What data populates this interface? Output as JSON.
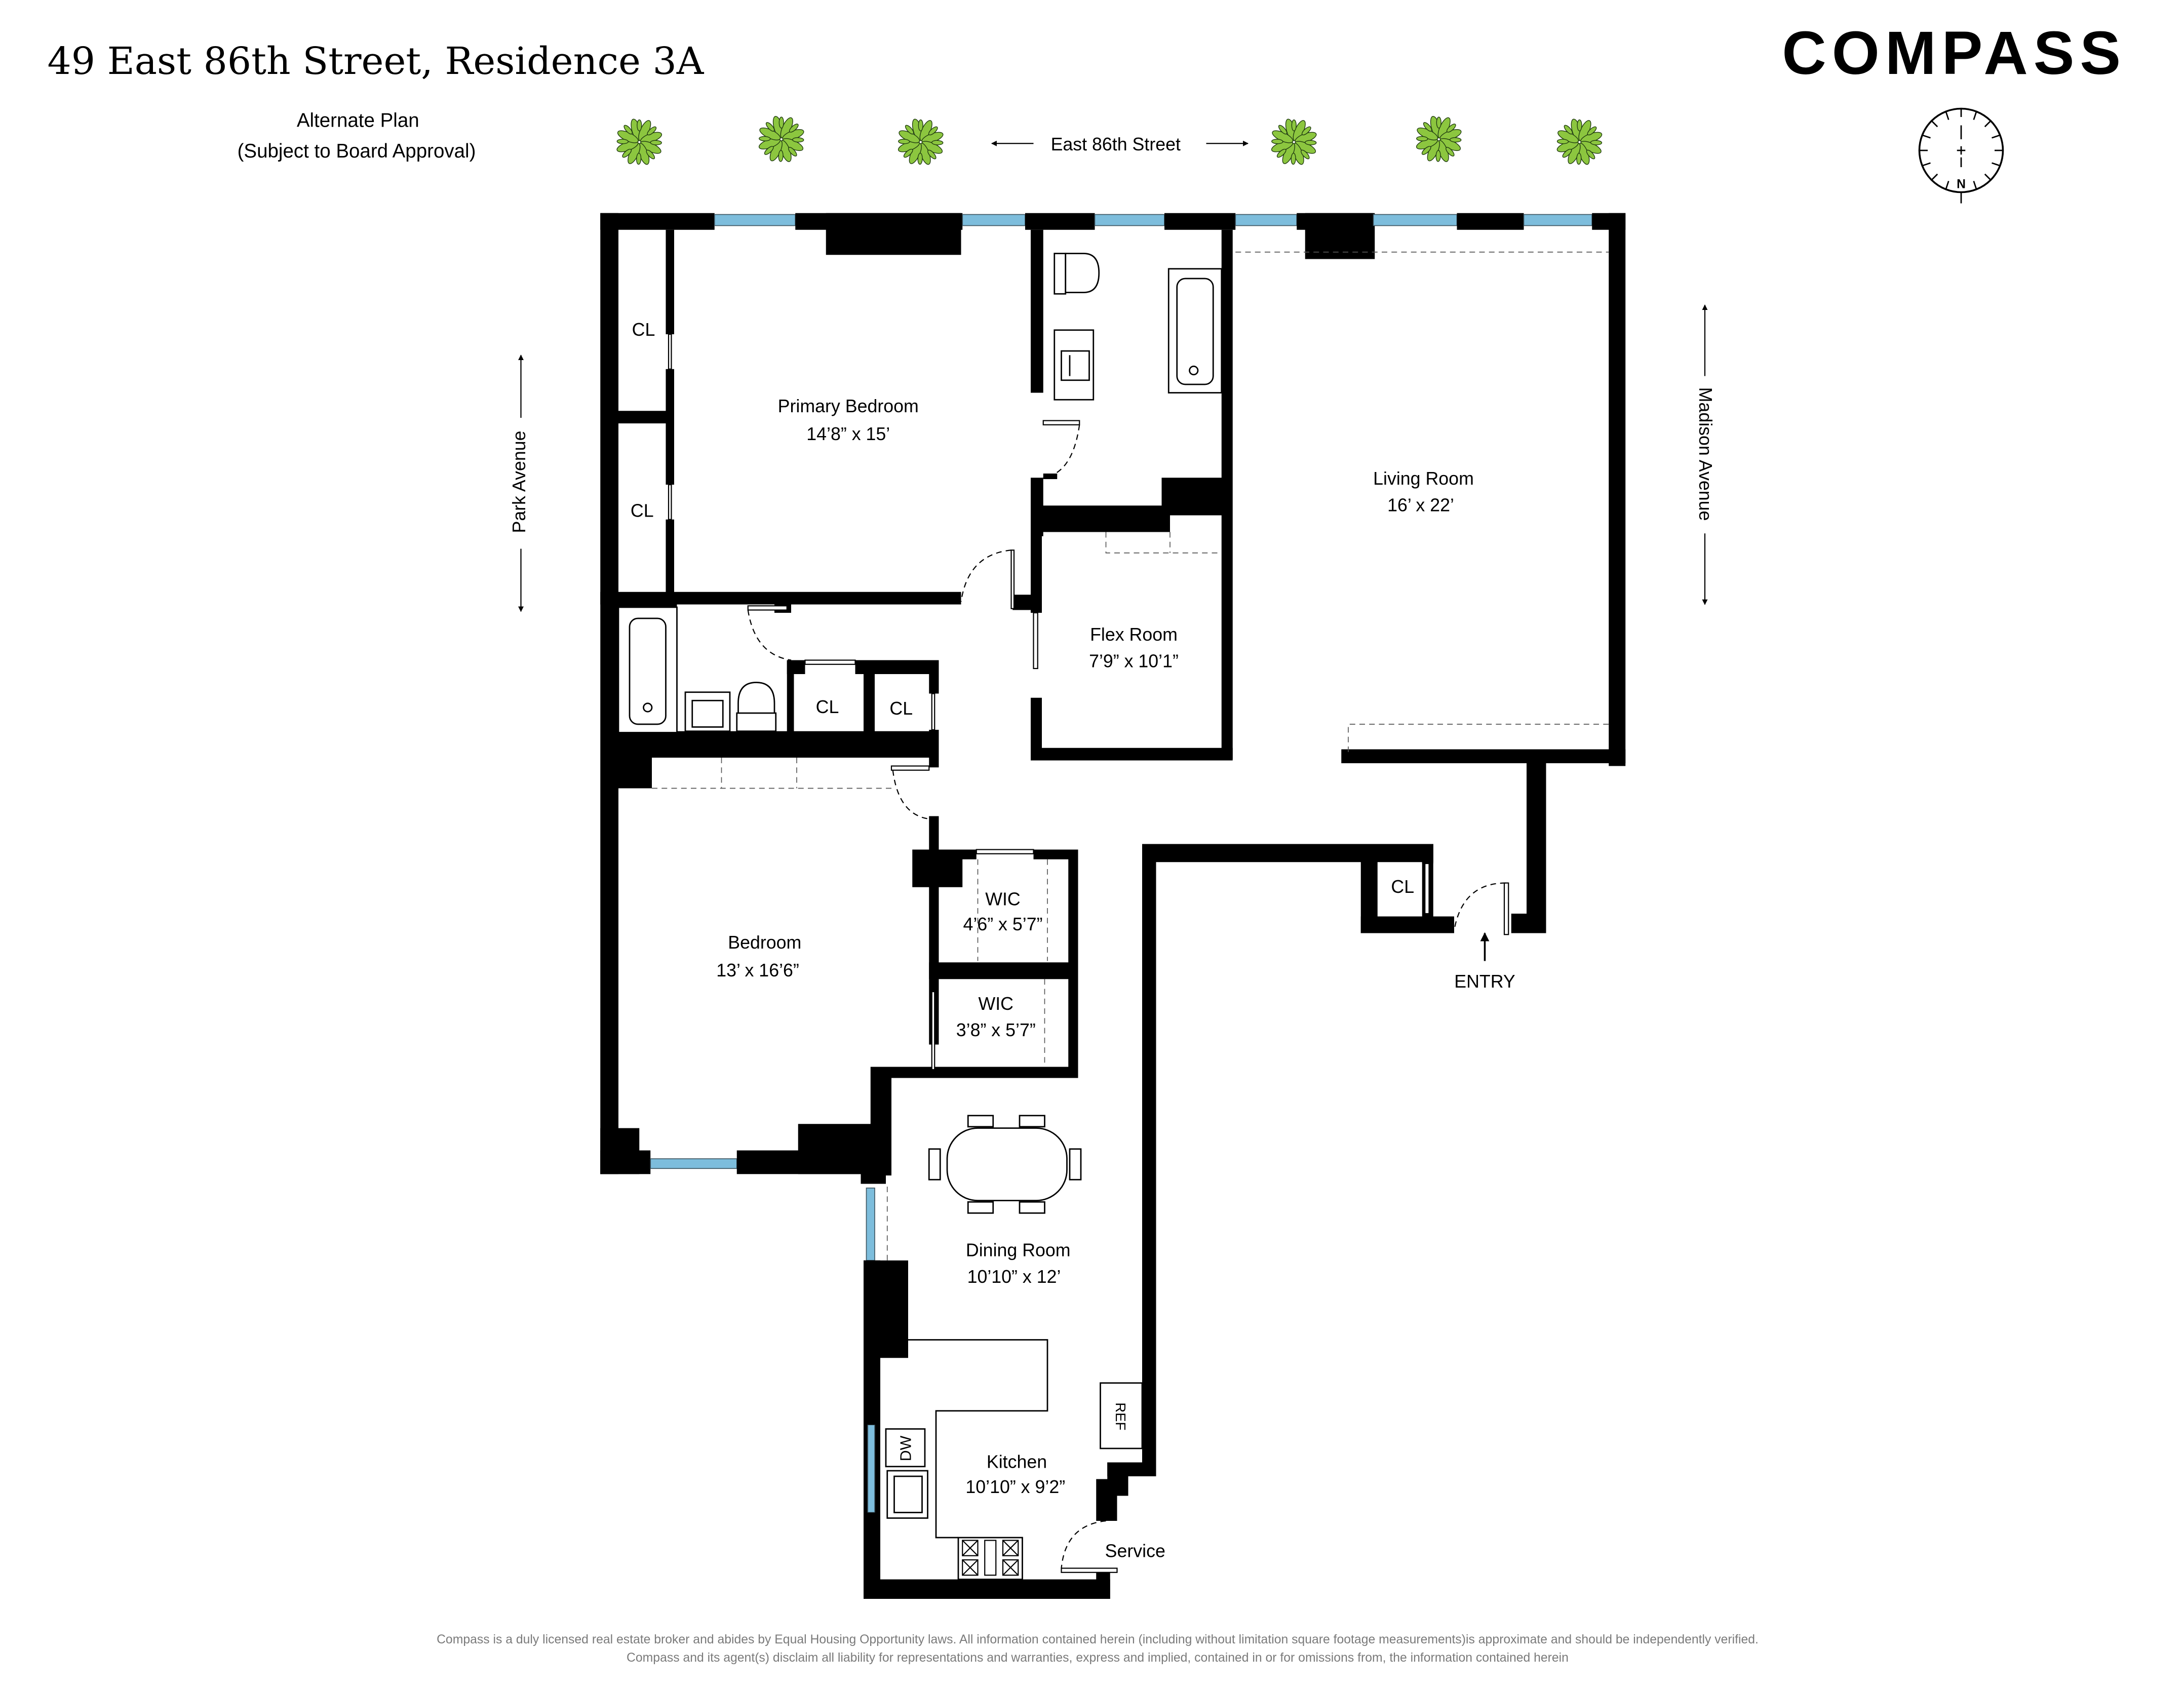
{
  "header": {
    "title": "49 East 86th Street, Residence 3A",
    "subtitle_line1": "Alternate Plan",
    "subtitle_line2": "(Subject to Board Approval)",
    "brand": "COMPASS"
  },
  "compass_rose": {
    "label": "N",
    "icon": "north-arrow-icon"
  },
  "streets": {
    "top": "East 86th Street",
    "left": "Park Avenue",
    "right": "Madison Avenue"
  },
  "rooms": {
    "primary_bedroom": {
      "name": "Primary Bedroom",
      "dims": "14’8” x 15’"
    },
    "living_room": {
      "name": "Living Room",
      "dims": "16’ x 22’"
    },
    "flex_room": {
      "name": "Flex Room",
      "dims": "7’9” x 10’1”"
    },
    "bedroom": {
      "name": "Bedroom",
      "dims": "13’ x 16’6”"
    },
    "wic1": {
      "name": "WIC",
      "dims": "4’6” x 5’7”"
    },
    "wic2": {
      "name": "WIC",
      "dims": "3’8” x 5’7”"
    },
    "dining_room": {
      "name": "Dining Room",
      "dims": "10’10” x 12’"
    },
    "kitchen": {
      "name": "Kitchen",
      "dims": "10’10” x 9’2”"
    }
  },
  "closets": {
    "label": "CL",
    "count": 5
  },
  "appliances": {
    "refrigerator": "REF",
    "dishwasher": "DW"
  },
  "entrances": {
    "entry": "ENTRY",
    "service": "Service"
  },
  "footer": {
    "line1": "Compass is a duly licensed real estate broker and abides by Equal Housing Opportunity laws.  All information contained herein (including without limitation square footage measurements)is approximate and should be  independently verified.",
    "line2": "Compass and its agent(s) disclaim all liability for representations and warranties, express and implied, contained in or for omissions from, the information contained herein"
  },
  "colors": {
    "wall": "#000000",
    "window": "#7dbddc",
    "tree": "#8cc63f",
    "footer_text": "#7a7a7a"
  }
}
